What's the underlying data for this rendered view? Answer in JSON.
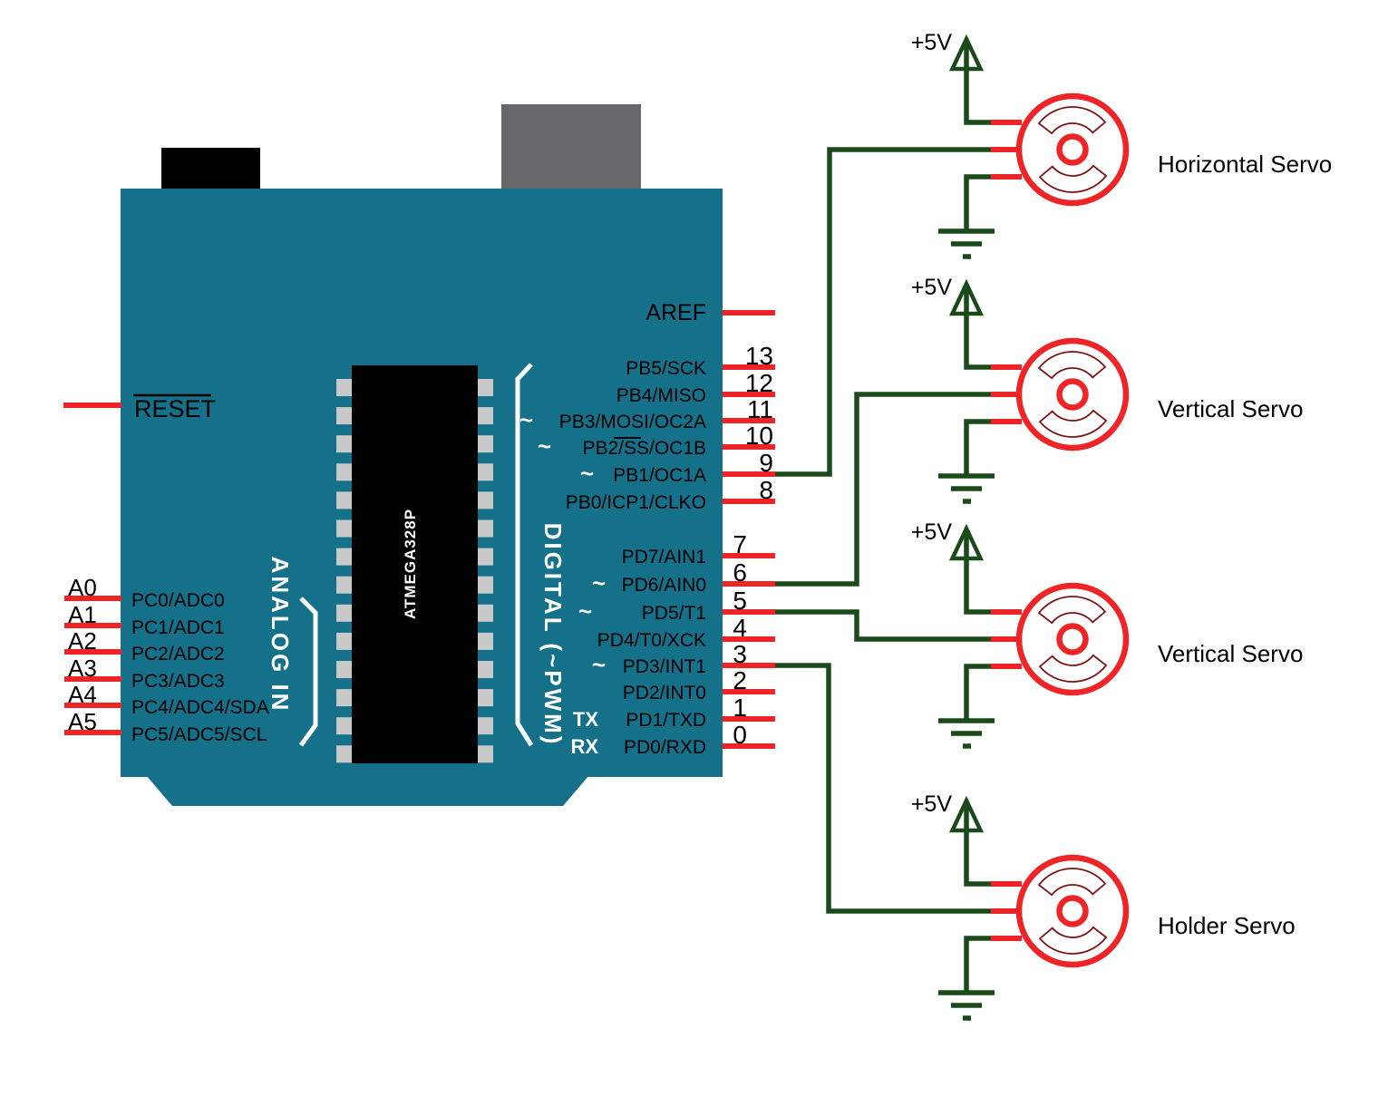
{
  "board": {
    "reset": {
      "label": "RESET"
    },
    "aref": {
      "label": "AREF"
    },
    "analog_section_label": "ANALOG IN",
    "digital_section_label": "DIGITAL (~PWM)",
    "chip_label": "ATMEGA328P",
    "pwm_marker": "~",
    "analog_pins": [
      {
        "pin": "A0",
        "label": "PC0/ADC0"
      },
      {
        "pin": "A1",
        "label": "PC1/ADC1"
      },
      {
        "pin": "A2",
        "label": "PC2/ADC2"
      },
      {
        "pin": "A3",
        "label": "PC3/ADC3"
      },
      {
        "pin": "A4",
        "label": "PC4/ADC4/SDA"
      },
      {
        "pin": "A5",
        "label": "PC5/ADC5/SCL"
      }
    ],
    "digital_pins": [
      {
        "number": "13",
        "label": "PB5/SCK",
        "pwm": false
      },
      {
        "number": "12",
        "label": "PB4/MISO",
        "pwm": false
      },
      {
        "number": "11",
        "label": "PB3/MOSI/OC2A",
        "pwm": true
      },
      {
        "number": "10",
        "label": "PB2/SS/OC1B",
        "pwm": true,
        "overline": "SS"
      },
      {
        "number": "9",
        "label": "PB1/OC1A",
        "pwm": true,
        "connected_to": "Horizontal Servo"
      },
      {
        "number": "8",
        "label": "PB0/ICP1/CLKO",
        "pwm": false
      },
      {
        "number": "7",
        "label": "PD7/AIN1",
        "pwm": false
      },
      {
        "number": "6",
        "label": "PD6/AIN0",
        "pwm": true,
        "connected_to": "Vertical Servo"
      },
      {
        "number": "5",
        "label": "PD5/T1",
        "pwm": true,
        "connected_to": "Vertical Servo"
      },
      {
        "number": "4",
        "label": "PD4/T0/XCK",
        "pwm": false
      },
      {
        "number": "3",
        "label": "PD3/INT1",
        "pwm": true,
        "connected_to": "Holder Servo"
      },
      {
        "number": "2",
        "label": "PD2/INT0",
        "pwm": false
      },
      {
        "number": "1",
        "label": "PD1/TXD",
        "pwm": false,
        "prefix": "TX"
      },
      {
        "number": "0",
        "label": "PD0/RXD",
        "pwm": false,
        "prefix": "RX"
      }
    ]
  },
  "servos": [
    {
      "name": "Horizontal Servo",
      "supply": "+5V",
      "signal_pin": "9"
    },
    {
      "name": "Vertical Servo",
      "supply": "+5V",
      "signal_pin": "6"
    },
    {
      "name": "Vertical Servo",
      "supply": "+5V",
      "signal_pin": "5"
    },
    {
      "name": "Holder Servo",
      "supply": "+5V",
      "signal_pin": "3"
    }
  ],
  "colors": {
    "board": "#15718a",
    "wire": "#1a4a1a",
    "pin": "#ee2427",
    "servo_detail": "#7c1417",
    "usb": "#68686b",
    "component": "#000000",
    "pad": "#c9c9c9",
    "section_label": "#ffffff",
    "label": "#000000"
  }
}
